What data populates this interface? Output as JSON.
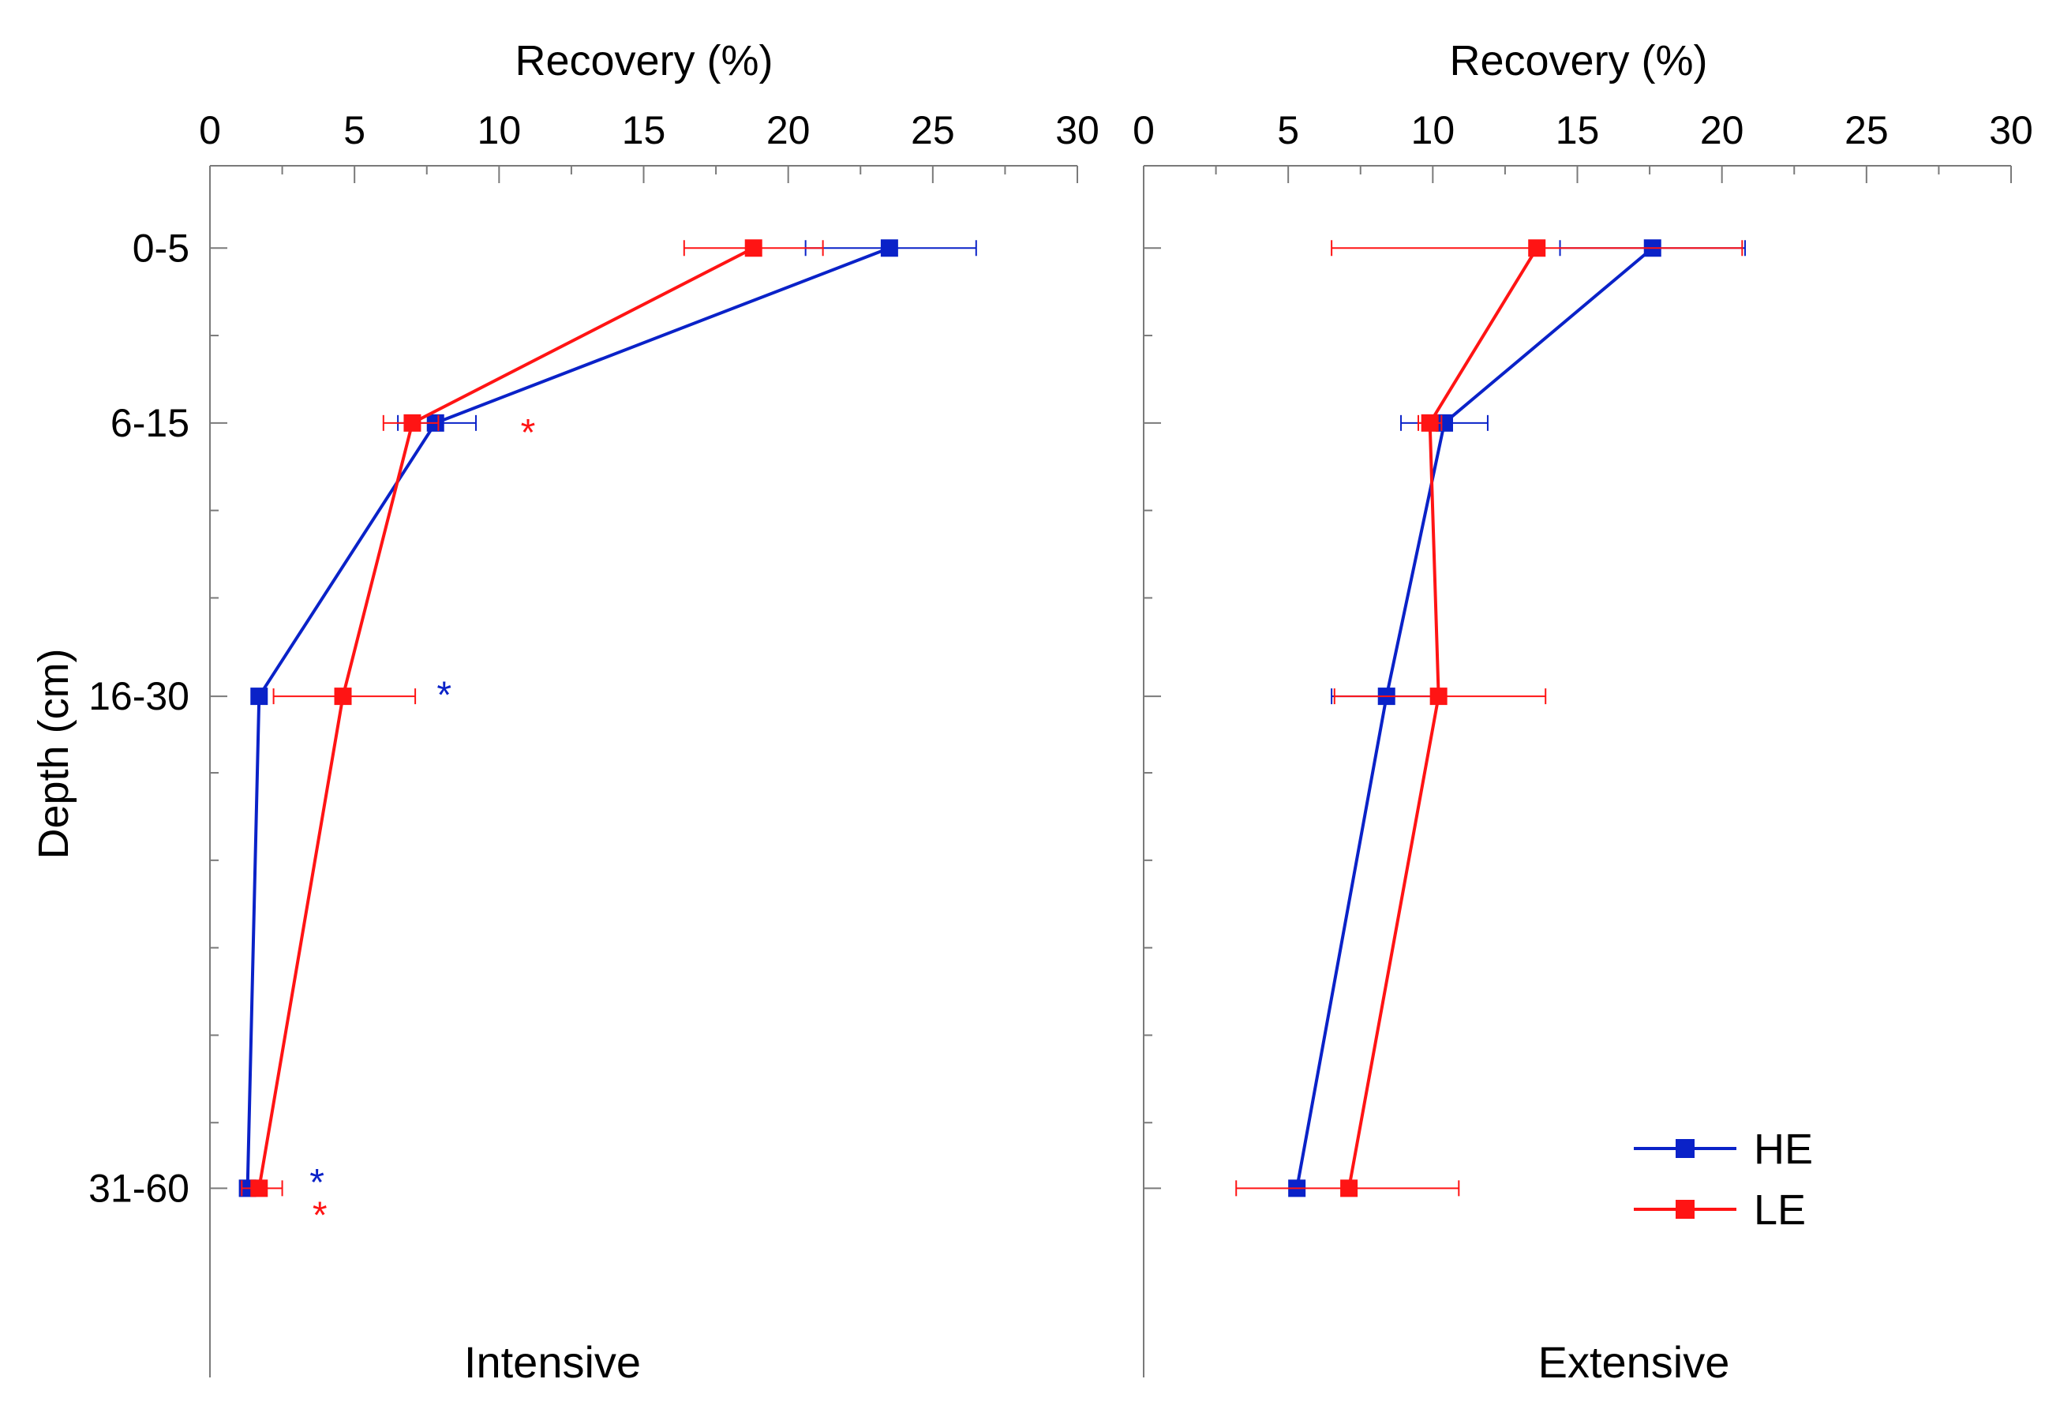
{
  "chart_data": [
    {
      "type": "line",
      "panel_label": "Intensive",
      "xlabel": "Recovery (%)",
      "ylabel": "Depth (cm)",
      "xlim": [
        0,
        30
      ],
      "x_ticks": [
        "0",
        "5",
        "10",
        "15",
        "20",
        "25",
        "30"
      ],
      "y_categories": [
        "0-5",
        "6-15",
        "16-30",
        "31-60"
      ],
      "y_positions": [
        2.5,
        10.5,
        23,
        45.5
      ],
      "ylim": [
        0,
        49.5
      ],
      "y_minor_ticks": [
        6.5,
        14.5,
        18.5,
        26.5,
        30.5,
        34.5,
        38.5,
        42.5
      ],
      "series": [
        {
          "name": "HE",
          "color": "#0a22c8",
          "x": [
            23.5,
            7.8,
            1.7,
            1.3
          ],
          "x_err_low": [
            20.6,
            6.5,
            1.7,
            1.3
          ],
          "x_err_high": [
            26.5,
            9.2,
            1.7,
            1.3
          ]
        },
        {
          "name": "LE",
          "color": "#ff1414",
          "x": [
            18.8,
            7.0,
            4.6,
            1.7
          ],
          "x_err_low": [
            16.4,
            6.0,
            2.2,
            1.1
          ],
          "x_err_high": [
            21.2,
            7.9,
            7.1,
            2.5
          ]
        }
      ],
      "annotations": [
        {
          "text": "*",
          "color": "#ff1414",
          "x": 11.0,
          "y": 10.5
        },
        {
          "text": "*",
          "color": "#0a22c8",
          "x": 8.1,
          "y": 22.5
        },
        {
          "text": "*",
          "color": "#0a22c8",
          "x": 3.7,
          "y": 44.8
        },
        {
          "text": "*",
          "color": "#ff1414",
          "x": 3.8,
          "y": 46.3
        }
      ]
    },
    {
      "type": "line",
      "panel_label": "Extensive",
      "xlabel": "Recovery (%)",
      "ylabel": "",
      "xlim": [
        0,
        30
      ],
      "x_ticks": [
        "0",
        "5",
        "10",
        "15",
        "20",
        "25",
        "30"
      ],
      "y_categories": [
        "0-5",
        "6-15",
        "16-30",
        "31-60"
      ],
      "y_positions": [
        2.5,
        10.5,
        23,
        45.5
      ],
      "ylim": [
        0,
        49.5
      ],
      "y_minor_ticks": [
        6.5,
        14.5,
        18.5,
        26.5,
        30.5,
        34.5,
        38.5,
        42.5
      ],
      "series": [
        {
          "name": "HE",
          "color": "#0a22c8",
          "x": [
            17.6,
            10.4,
            8.4,
            5.3
          ],
          "x_err_low": [
            14.4,
            8.9,
            6.5,
            5.3
          ],
          "x_err_high": [
            20.8,
            11.9,
            10.3,
            5.3
          ]
        },
        {
          "name": "LE",
          "color": "#ff1414",
          "x": [
            13.6,
            9.9,
            10.2,
            7.1
          ],
          "x_err_low": [
            6.5,
            9.5,
            6.6,
            3.2
          ],
          "x_err_high": [
            20.7,
            10.3,
            13.9,
            10.9
          ]
        }
      ],
      "annotations": []
    }
  ],
  "legend": {
    "placement": "bottom-right of right panel",
    "entries": [
      {
        "label": "HE",
        "color": "#0a22c8"
      },
      {
        "label": "LE",
        "color": "#ff1414"
      }
    ]
  }
}
